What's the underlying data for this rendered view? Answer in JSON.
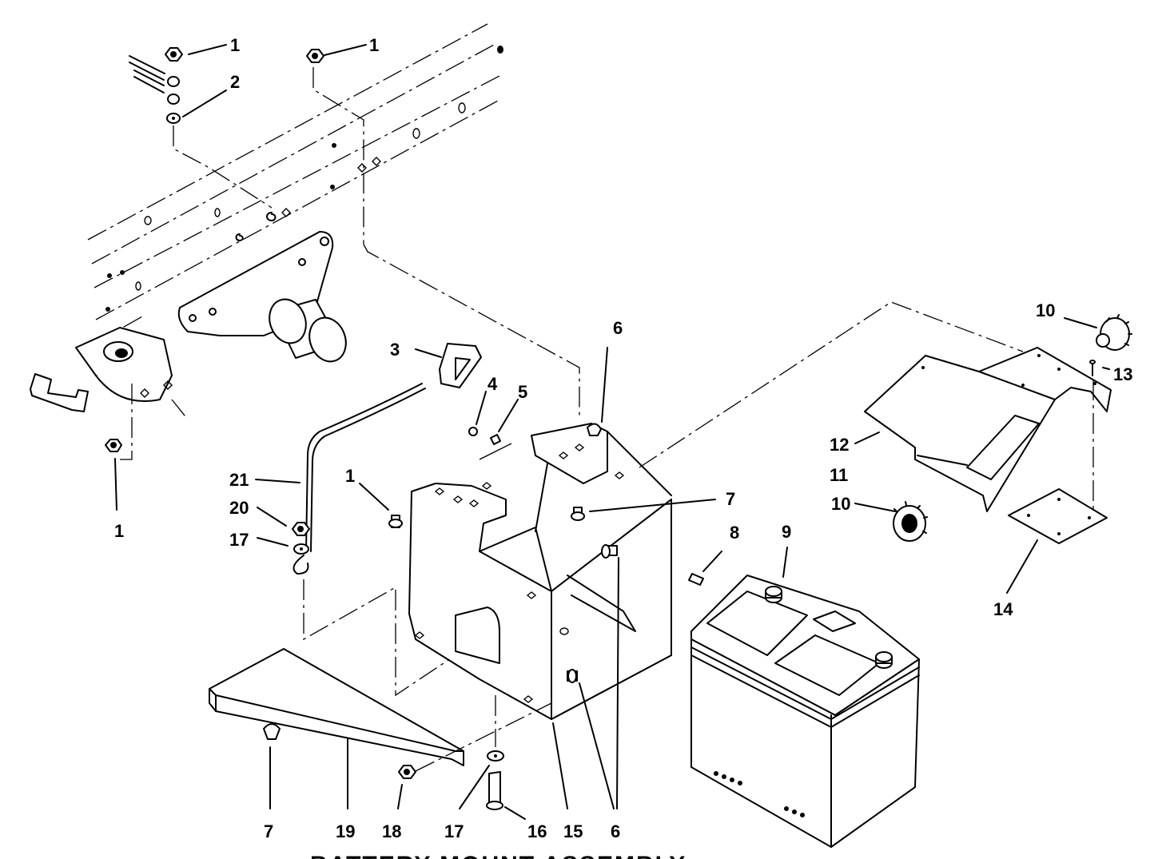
{
  "figure": {
    "title": "BATTERY MOUNT ASSEMBLY"
  },
  "callouts": {
    "c1a": "1",
    "c1b": "1",
    "c2": "2",
    "c1c": "1",
    "c1d": "1",
    "c3": "3",
    "c4": "4",
    "c5": "5",
    "c6a": "6",
    "c6b": "6",
    "c7a": "7",
    "c7b": "7",
    "c8": "8",
    "c9": "9",
    "c10a": "10",
    "c10b": "10",
    "c11": "11",
    "c12": "12",
    "c13": "13",
    "c14": "14",
    "c15": "15",
    "c16": "16",
    "c17a": "17",
    "c17b": "17",
    "c18": "18",
    "c19": "19",
    "c20": "20",
    "c21": "21"
  }
}
